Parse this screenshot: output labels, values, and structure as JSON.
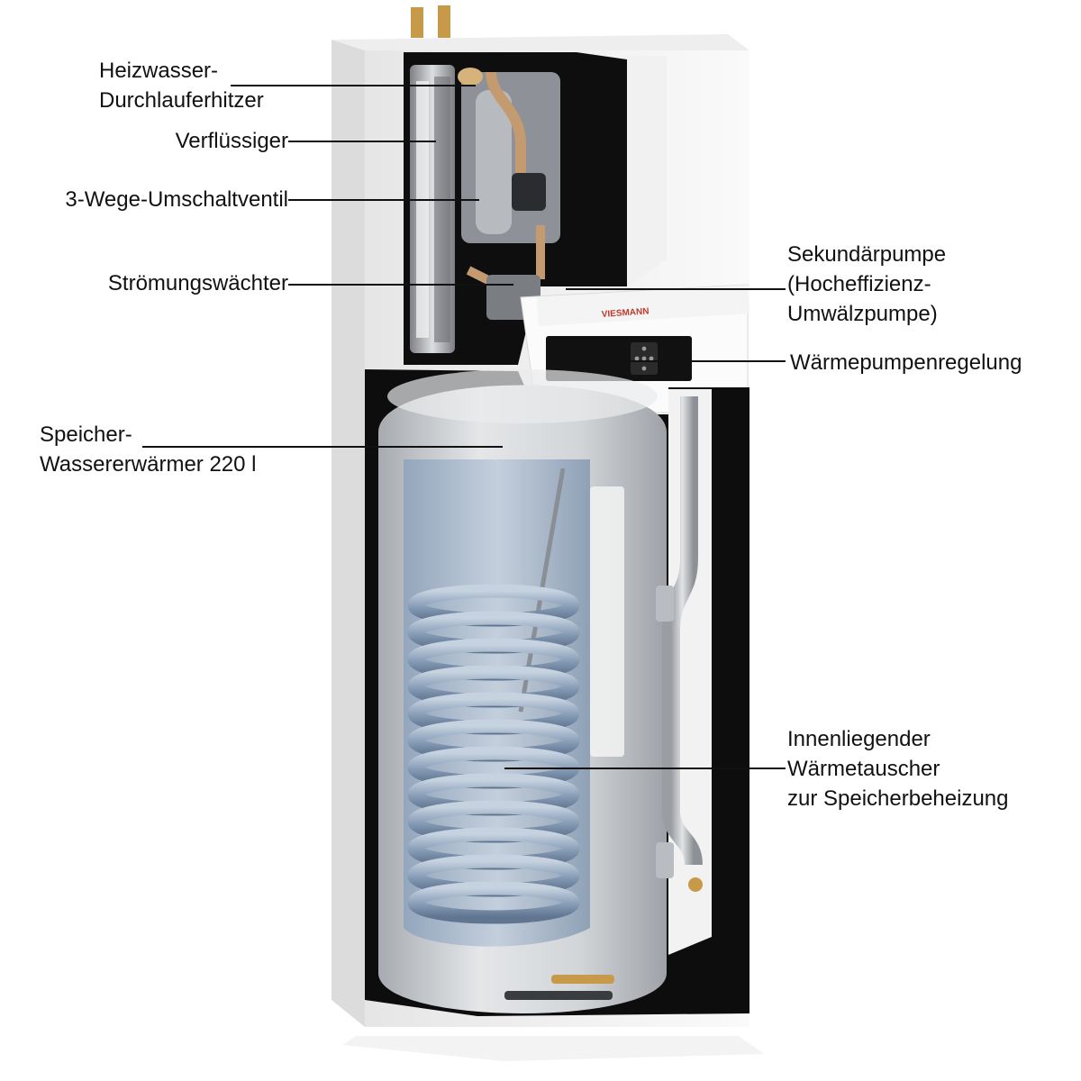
{
  "labels": {
    "heizwasser": {
      "line1": "Heizwasser-",
      "line2": "Durchlauferhitzer"
    },
    "verfluessiger": {
      "text": "Verflüssiger"
    },
    "umschaltventil": {
      "text": "3-Wege-Umschaltventil"
    },
    "stroemungswaechter": {
      "text": "Strömungswächter"
    },
    "sekundaerpumpe": {
      "line1": "Sekundärpumpe",
      "line2": "(Hocheffizienz-",
      "line3": "Umwälzpumpe)"
    },
    "waermepumpenregelung": {
      "text": "Wärmepumpenregelung"
    },
    "speicher": {
      "line1": "Speicher-",
      "line2": "Wassererwärmer 220 l"
    },
    "waermetauscher": {
      "line1": "Innenliegender",
      "line2": "Wärmetauscher",
      "line3": "zur Speicherbeheizung"
    }
  },
  "brand": {
    "logo_text": "VIESMANN"
  },
  "colors": {
    "cabinet": "#f4f4f4",
    "cabinet_edge": "#d8d8d8",
    "interior_dark": "#0c0c0c",
    "tank_silver": "#c9ccd0",
    "tank_inside": "#aebccd",
    "coil": "#8ea3bd",
    "leader_line": "#111111",
    "brand_red": "#c0392b"
  },
  "icons": {
    "logo": "viessmann-logo",
    "control_panel": "control-display-icon"
  }
}
